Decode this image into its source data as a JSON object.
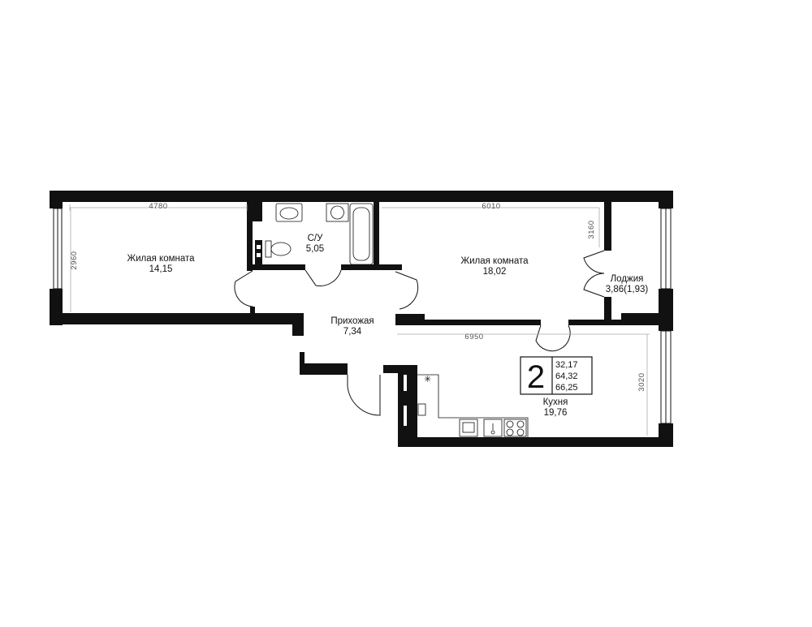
{
  "rooms": {
    "living_room_1": {
      "name": "Жилая комната",
      "area": "14,15"
    },
    "bathroom": {
      "name": "С/У",
      "area": "5,05"
    },
    "living_room_2": {
      "name": "Жилая комната",
      "area": "18,02"
    },
    "loggia": {
      "name": "Лоджия",
      "area": "3,86(1,93)"
    },
    "hallway": {
      "name": "Прихожая",
      "area": "7,34"
    },
    "kitchen": {
      "name": "Кухня",
      "area": "19,76"
    }
  },
  "dimensions": {
    "room1_width": "4780",
    "room1_depth": "2960",
    "room2_width": "6010",
    "room2_depth": "3160",
    "kitchen_width": "6950",
    "kitchen_depth": "3020"
  },
  "info_box": {
    "rooms_count": "2",
    "living_area": "32,17",
    "total_area": "64,32",
    "total_with_loggia": "66,25"
  }
}
